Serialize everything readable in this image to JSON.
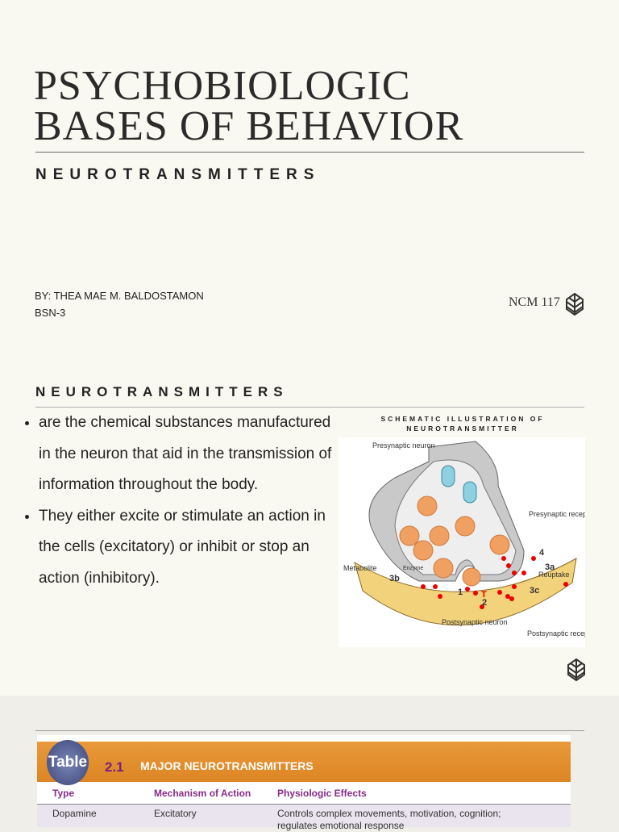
{
  "title": {
    "line1": "PSYCHOBIOLOGIC",
    "line2": "BASES OF BEHAVIOR"
  },
  "subtitle": "NEUROTRANSMITTERS",
  "author": {
    "by": "BY: THEA MAE M. BALDOSTAMON",
    "section": "BSN-3"
  },
  "course": "NCM 117",
  "section2": {
    "heading": "NEUROTRANSMITTERS",
    "bullets": [
      "are the chemical substances manufactured in the neuron that aid in the transmission of information throughout the body.",
      "They either excite or stimulate an action in the cells (excitatory) or inhibit or stop an action (inhibitory)."
    ],
    "caption": "SCHEMATIC ILLUSTRATION OF NEUROTRANSMITTER",
    "diagram_labels": {
      "presynaptic_neuron": "Presynaptic neuron",
      "presynaptic_receptor": "Presynaptic receptor",
      "metabolite": "Metabolite",
      "enzyme": "Enzyme",
      "reuptake": "Reuptake",
      "postsynaptic_neuron": "Postsynaptic neuron",
      "postsynaptic_receptor": "Postsynaptic receptor",
      "n1": "1",
      "n2": "2",
      "n3a": "3a",
      "n3b": "3b",
      "n3c": "3c",
      "n4": "4",
      "t": "T"
    }
  },
  "table": {
    "badge": "Table",
    "number": "2.1",
    "name": "MAJOR NEUROTRANSMITTERS",
    "headers": [
      "Type",
      "Mechanism of Action",
      "Physiologic Effects"
    ],
    "rows": [
      [
        "Dopamine",
        "Excitatory",
        "Controls complex movements, motivation, cognition; regulates emotional response"
      ]
    ]
  },
  "colors": {
    "background": "#faf9f1",
    "table_bar": "#e08a2c",
    "table_header_text": "#8a2a8a"
  }
}
